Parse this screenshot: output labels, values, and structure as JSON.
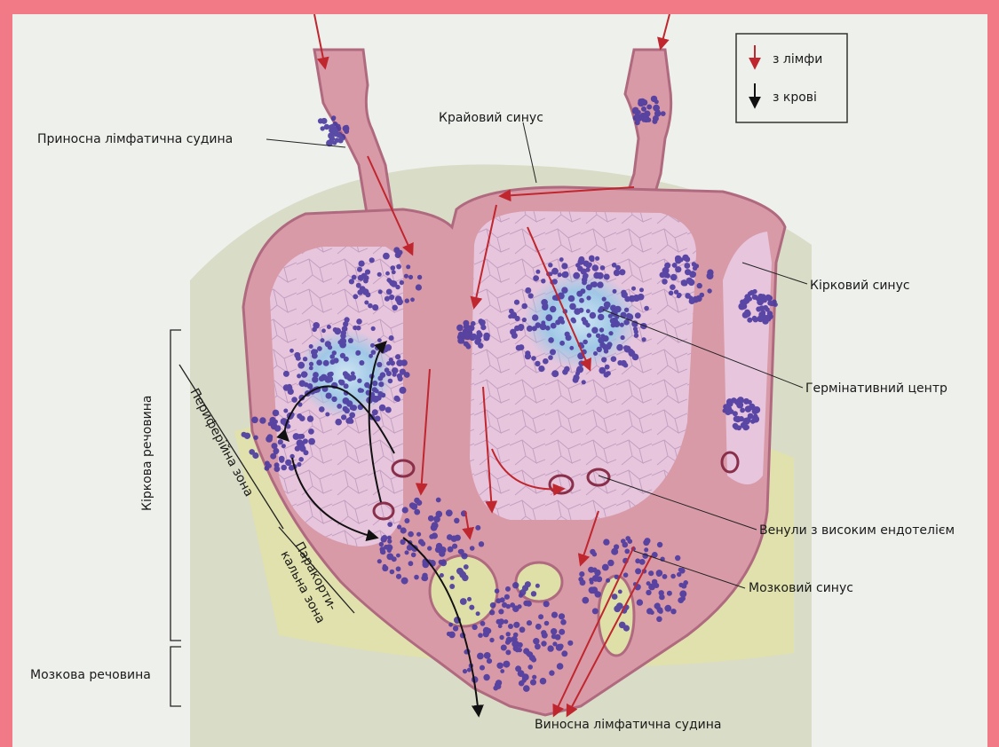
{
  "legend": {
    "lymph_label": "з лімфи",
    "blood_label": "з крові",
    "lymph_color": "#c0262e",
    "blood_color": "#111111"
  },
  "labels": {
    "afferent_vessel": "Приносна лімфатична судина",
    "marginal_sinus": "Крайовий синус",
    "cortical_sinus": "Кірковий синус",
    "germinal_center": "Гермінативний центр",
    "hev": "Венули з високим ендотелієм",
    "medullary_sinus": "Мозковий синус",
    "efferent_vessel": "Виносна лімфатична судина",
    "medulla": "Мозкова речовина",
    "cortex": "Кіркова речовина",
    "peripheral_zone": "Периферійна зона",
    "paracortical_zone_line1": "Паракорти-",
    "paracortical_zone_line2": "кальна зона"
  },
  "colors": {
    "capsule": "#d9dcc6",
    "tissue": "#d99aa8",
    "follicle": "#e7c6dd",
    "cells": "#4b3aa0",
    "germinal": "#9fc8e6",
    "paracortex": "#e2e2a6"
  }
}
